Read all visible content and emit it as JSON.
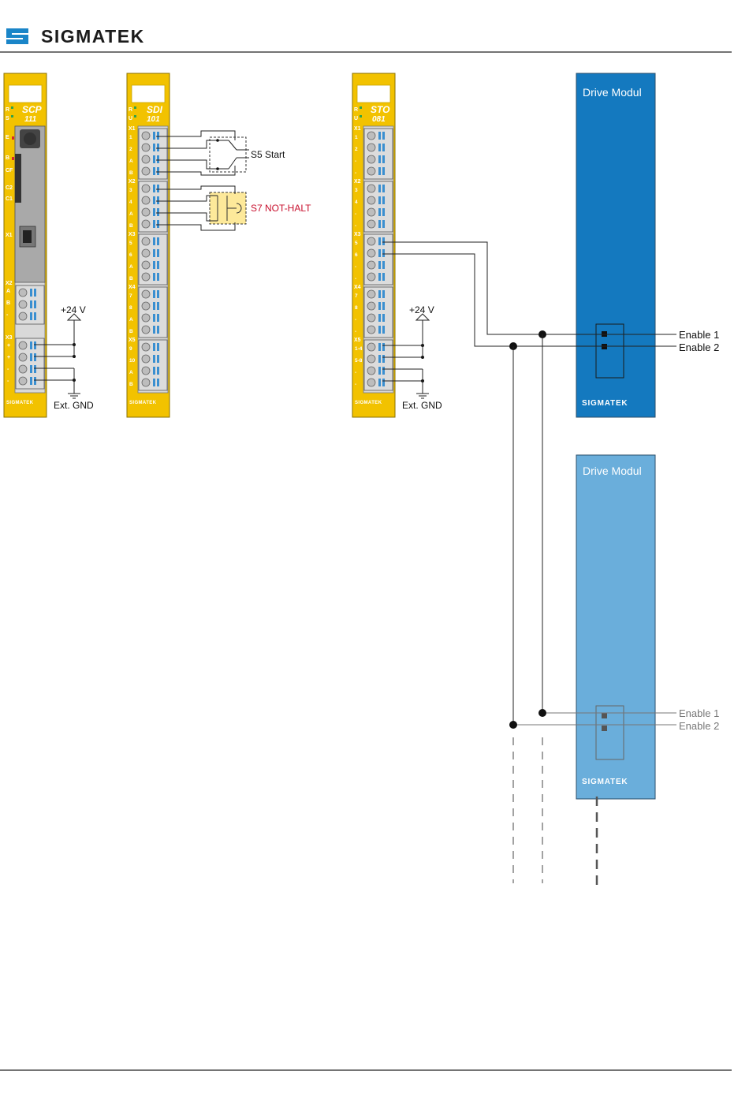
{
  "header": {
    "brand": "SIGMATEK",
    "brand_color": "#1b1b1b",
    "logo_color": "#1a85c8"
  },
  "colors": {
    "module_yellow": "#f2c200",
    "module_grey": "#c8c8c8",
    "drive_dark": "#1479bf",
    "drive_light": "#6aaedb",
    "alert_red": "#c8102e",
    "switch_fill": "#fde99a"
  },
  "modules": {
    "scp": {
      "name": "SCP",
      "number": "111",
      "footer": "SIGMATEK",
      "left_labels": [
        "R",
        "S",
        "E",
        "B",
        "CF",
        "C2",
        "C1"
      ],
      "connectors": [
        "X1",
        "X2",
        "X3"
      ],
      "x2_pins": [
        "A",
        "B",
        "-"
      ],
      "x3_pins": [
        "+",
        "+",
        "-",
        "-"
      ]
    },
    "sdi": {
      "name": "SDI",
      "number": "101",
      "footer": "SIGMATEK",
      "left_labels": [
        "R",
        "U"
      ],
      "connectors": [
        "X1",
        "X2",
        "X3",
        "X4",
        "X5"
      ],
      "pins": [
        [
          "1",
          "2",
          "A",
          "B"
        ],
        [
          "3",
          "4",
          "A",
          "B"
        ],
        [
          "5",
          "6",
          "A",
          "B"
        ],
        [
          "7",
          "8",
          "A",
          "B"
        ],
        [
          "9",
          "10",
          "A",
          "B"
        ]
      ]
    },
    "sto": {
      "name": "STO",
      "number": "081",
      "footer": "SIGMATEK",
      "left_labels": [
        "R",
        "U"
      ],
      "connectors": [
        "X1",
        "X2",
        "X3",
        "X4",
        "X5"
      ],
      "pins": [
        [
          "1",
          "2",
          "-",
          "-"
        ],
        [
          "3",
          "4",
          "-",
          "-"
        ],
        [
          "5",
          "6",
          "-",
          "-"
        ],
        [
          "7",
          "8",
          "-",
          "-"
        ],
        [
          "1-4",
          "5-8",
          "-",
          "-"
        ]
      ]
    }
  },
  "labels": {
    "plus24_left": "+24 V",
    "gnd_left": "Ext. GND",
    "plus24_right": "+24 V",
    "gnd_right": "Ext. GND",
    "s5": "S5 Start",
    "s7": "S7 NOT-HALT"
  },
  "drives": [
    {
      "title": "Drive Modul",
      "footer": "SIGMATEK",
      "enable1": "Enable 1",
      "enable2": "Enable 2",
      "style": "dark"
    },
    {
      "title": "Drive Modul",
      "footer": "SIGMATEK",
      "enable1": "Enable 1",
      "enable2": "Enable 2",
      "style": "light"
    }
  ]
}
